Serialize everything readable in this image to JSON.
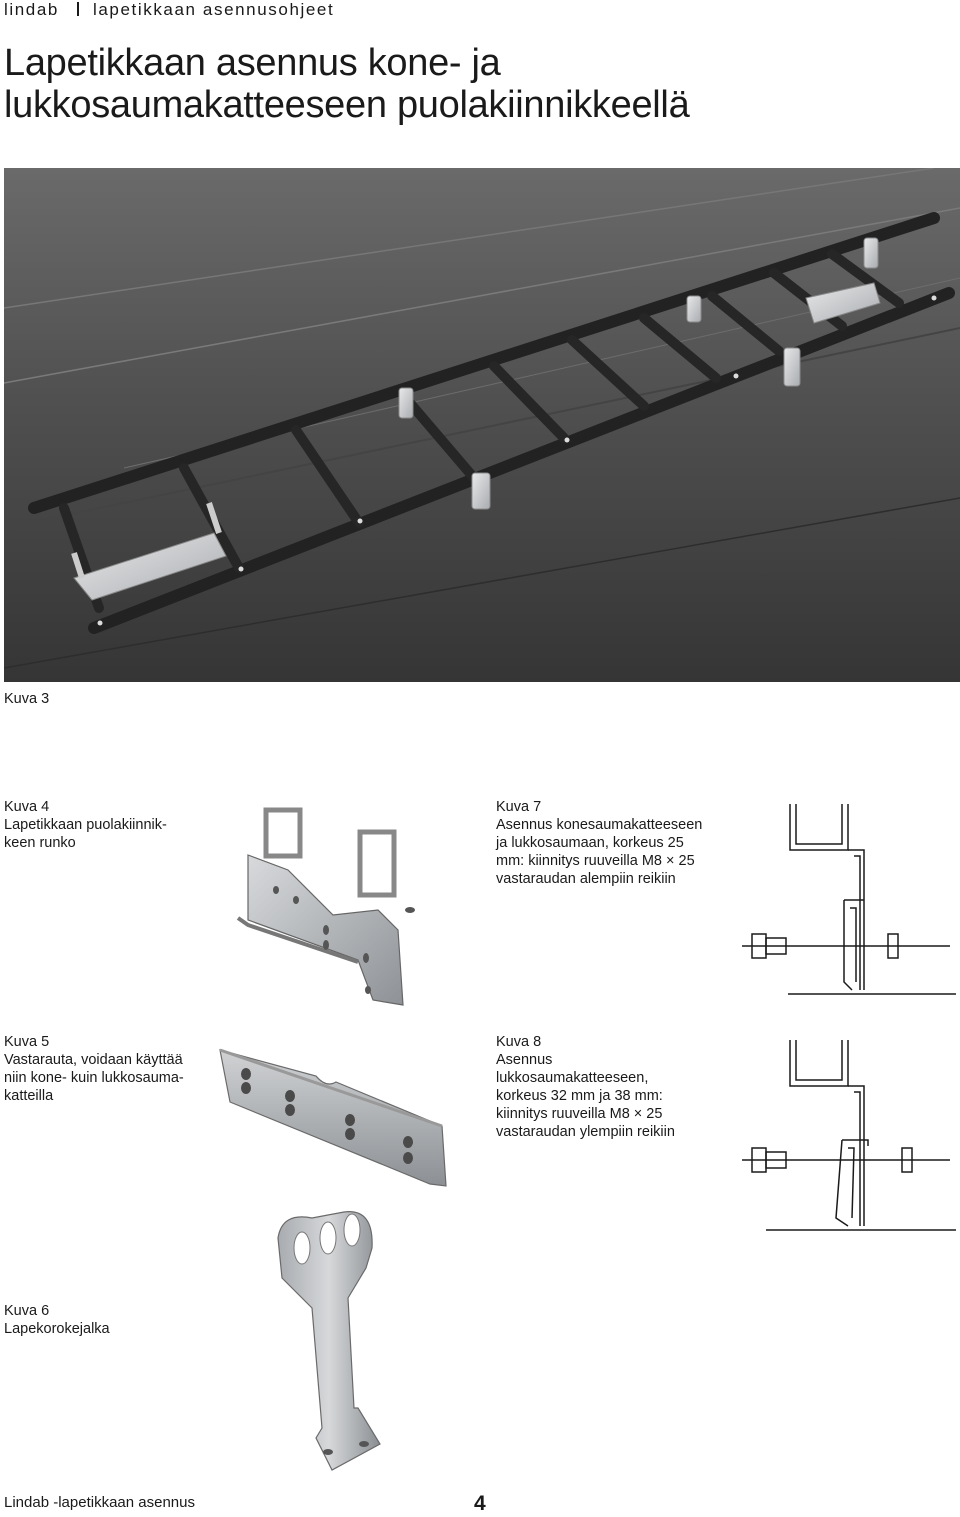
{
  "header": {
    "brand": "lindab",
    "section": "lapetikkaan asennusohjeet"
  },
  "title": {
    "line1": "Lapetikkaan asennus kone- ja",
    "line2": "lukkosaumakatteeseen puolakiinnikkeellä"
  },
  "figures": {
    "kuva3": {
      "label": "Kuva 3"
    },
    "kuva4": {
      "label": "Kuva 4",
      "lines": [
        "Lapetikkaan puolakiinnik-",
        "keen runko"
      ]
    },
    "kuva5": {
      "label": "Kuva 5",
      "lines": [
        "Vastarauta, voidaan käyttää",
        "niin kone- kuin lukkosauma-",
        "katteilla"
      ]
    },
    "kuva6": {
      "label": "Kuva 6",
      "lines": [
        "Lapekorokejalka"
      ]
    },
    "kuva7": {
      "label": "Kuva 7",
      "lines": [
        "Asennus konesaumakatteeseen",
        "ja lukkosaumaan, korkeus 25",
        "mm: kiinnitys ruuveilla M8 × 25",
        "vastaraudan alempiin reikiin"
      ]
    },
    "kuva8": {
      "label": "Kuva 8",
      "lines": [
        "Asennus",
        "lukkosaumakatteeseen,",
        "korkeus 32 mm ja 38 mm:",
        "kiinnitys ruuveilla M8 × 25",
        "vastaraudan ylempiin reikiin"
      ]
    }
  },
  "footer": {
    "text": "Lindab -lapetikkaan asennus",
    "page": "4"
  },
  "colors": {
    "roof": "#3c3c3c",
    "rail": "#2a2a2a",
    "metal": "#b9bcc0"
  }
}
